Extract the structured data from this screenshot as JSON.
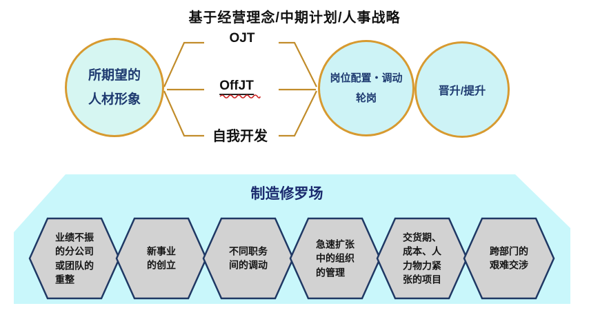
{
  "diagram_title": "基于经营理念/中期计划/人事战略",
  "source_circle": {
    "label": "所期望的\n人材形象"
  },
  "development_methods": {
    "ojt": "OJT",
    "offjt": "OffJT",
    "self_development": "自我开发"
  },
  "outcome_circles": [
    {
      "label": "岗位配置・调动\n轮岗"
    },
    {
      "label": "晋升/提升"
    }
  ],
  "arena": {
    "title": "制造修罗场",
    "hexagons": [
      {
        "label": "业绩不振\n的分公司\n或团队的\n重整"
      },
      {
        "label": "新事业\n的创立"
      },
      {
        "label": "不同职务\n间的调动"
      },
      {
        "label": "急速扩张\n中的组织\n的管理"
      },
      {
        "label": "交货期、\n成本、人\n力物力紧\n张的项目"
      },
      {
        "label": "跨部门的\n艰难交涉"
      }
    ]
  },
  "colors": {
    "circle_fill": "#d6f6f2",
    "circle_border": "#d79a30",
    "connector_gold": "#c18c2a",
    "navy_text": "#1e3a70",
    "arena_fill": "#c9f7fb",
    "hexagon_fill": "#d2d2d2",
    "hexagon_border": "#1f3864",
    "spellcheck_red": "#cc2222"
  }
}
